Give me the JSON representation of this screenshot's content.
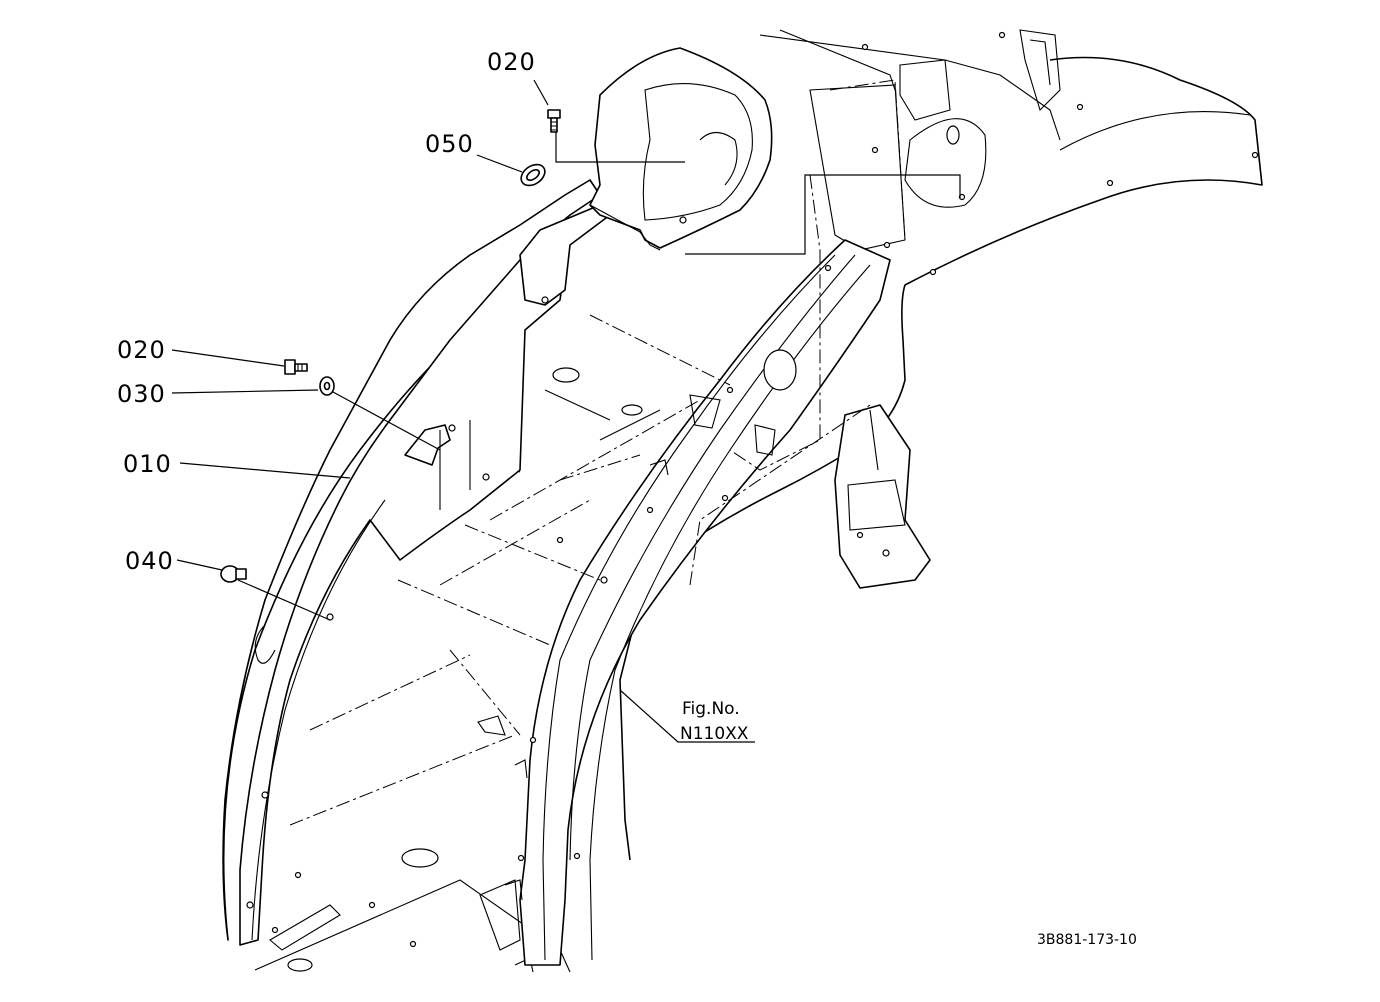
{
  "diagram_code": "3B881-173-10",
  "figure_reference": {
    "label": "Fig.No.",
    "number": "N110XX"
  },
  "callouts": [
    {
      "id": "c020a",
      "text": "020"
    },
    {
      "id": "c050",
      "text": "050"
    },
    {
      "id": "c020b",
      "text": "020"
    },
    {
      "id": "c030",
      "text": "030"
    },
    {
      "id": "c010",
      "text": "010"
    },
    {
      "id": "c040",
      "text": "040"
    }
  ],
  "colors": {
    "line": "#000000",
    "background": "#ffffff"
  }
}
